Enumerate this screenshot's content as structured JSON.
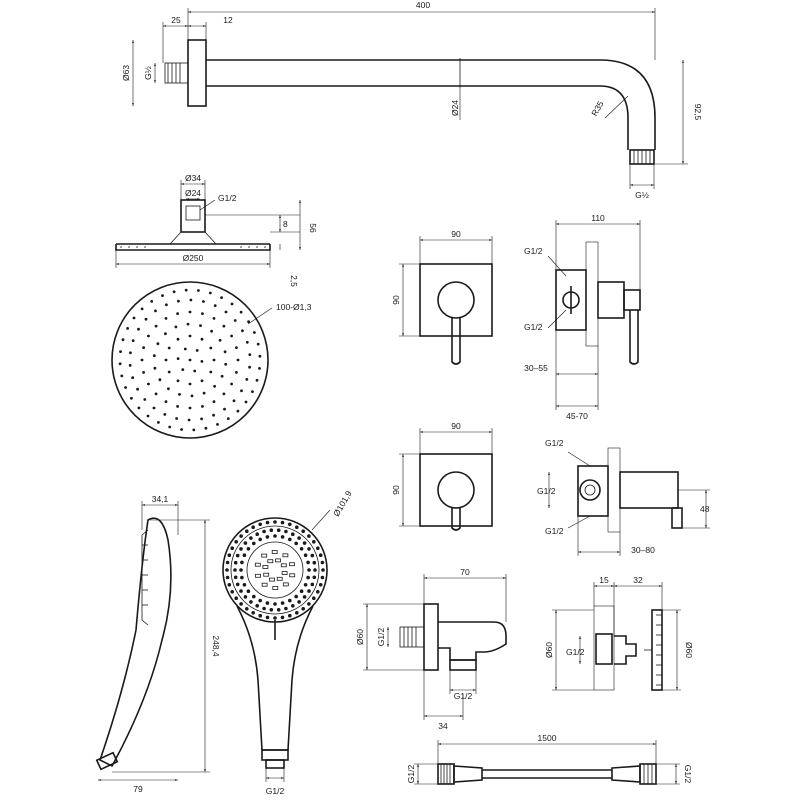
{
  "dims": {
    "arm_total": "400",
    "arm_flange": "25",
    "arm_flange_gap": "12",
    "arm_flange_dia": "Ø63",
    "arm_thread": "G½",
    "arm_tube_dia": "Ø24",
    "arm_bend_radius": "R35",
    "arm_drop": "92,5",
    "arm_outlet_thread": "G½",
    "head_collar_dia": "Ø34",
    "head_inner_dia": "Ø24",
    "head_thread": "G1/2",
    "head_height_a": "8",
    "head_height_b": "56",
    "head_dia": "Ø250",
    "head_thickness": "2,5",
    "head_nozzles": "100-Ø1,3",
    "valve1_width": "90",
    "valve1_height": "90",
    "valve1_depth": "110",
    "valve1_in_thread": "G1/2",
    "valve1_out_thread": "G1/2",
    "valve1_range_a": "30–55",
    "valve1_range_b": "45-70",
    "valve2_width": "90",
    "valve2_height": "90",
    "valve2_thread_top": "G1/2",
    "valve2_thread_mid": "G1/2",
    "valve2_thread_bot": "G1/2",
    "valve2_offset": "48",
    "valve2_range": "30–80",
    "hand_depth": "34,1",
    "hand_length": "248,4",
    "hand_base": "79",
    "hand_face_dia": "Ø101,9",
    "hand_thread": "G1/2",
    "elbow_width": "70",
    "elbow_height": "Ø60",
    "elbow_thread_side": "G1/2",
    "elbow_thread_bot": "G1/2",
    "elbow_offset": "34",
    "bracket_a": "15",
    "bracket_b": "32",
    "bracket_dia_left": "Ø60",
    "bracket_dia_right": "Ø60",
    "bracket_thread": "G1/2",
    "hose_length": "1500",
    "hose_thread_left": "G1/2",
    "hose_thread_right": "G1/2"
  },
  "icons": {
    "arrow": "dimension-arrow-icon",
    "hatch": "wall-hatch-icon"
  }
}
